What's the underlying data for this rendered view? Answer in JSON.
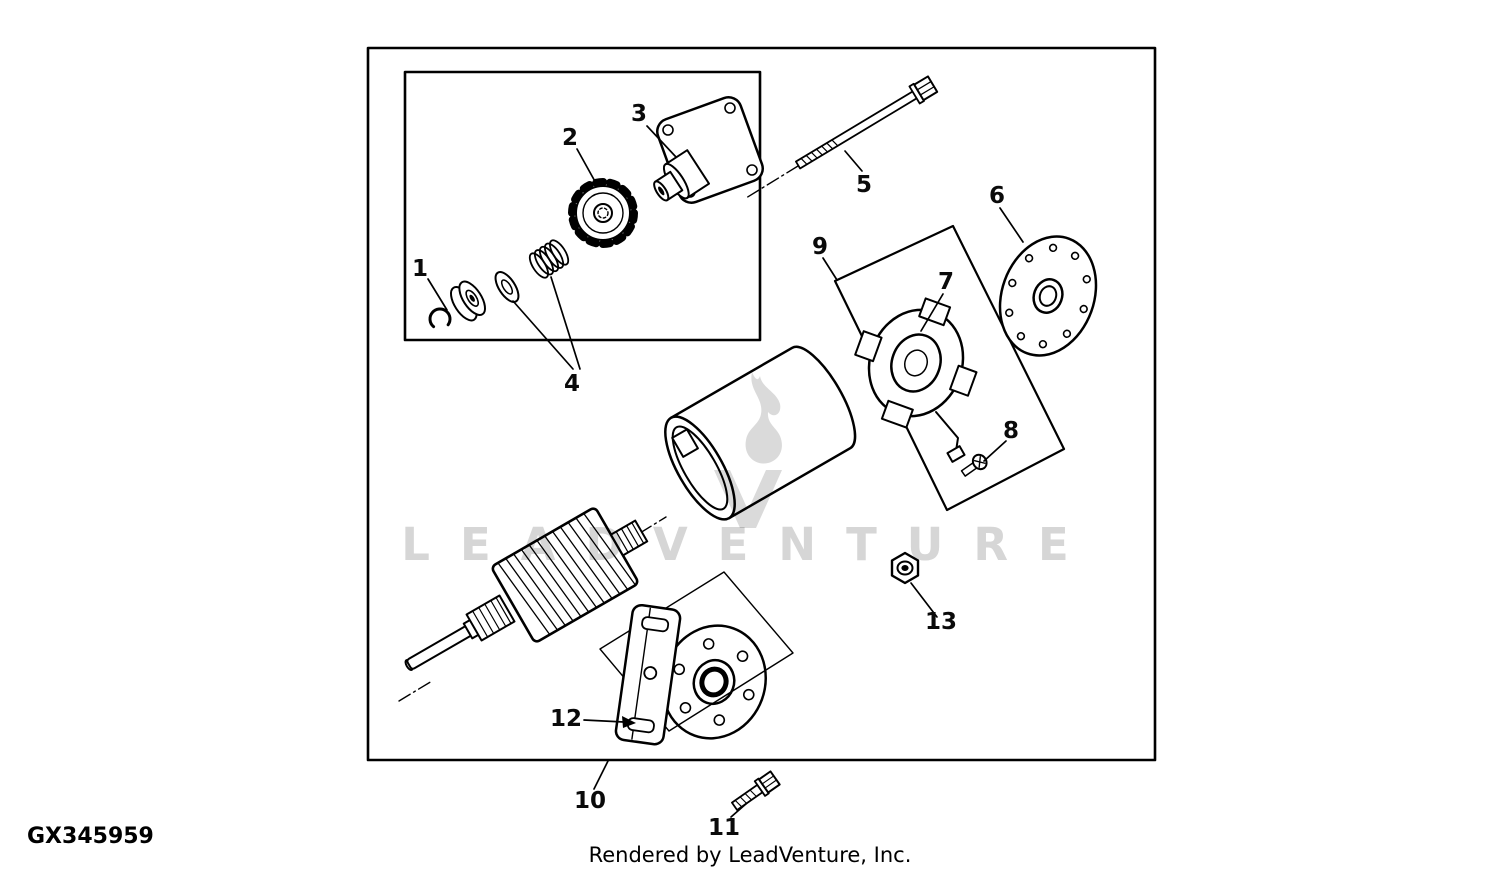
{
  "colors": {
    "line": "#000000",
    "background": "#ffffff",
    "watermark": "#d6d6d6"
  },
  "drawing": {
    "id_code": "GX345959",
    "footer_credit": "Rendered by LeadVenture, Inc.",
    "watermark_text": "LEADVENTURE",
    "labels": [
      "1",
      "2",
      "3",
      "4",
      "5",
      "6",
      "7",
      "8",
      "9",
      "10",
      "11",
      "12",
      "13"
    ]
  }
}
